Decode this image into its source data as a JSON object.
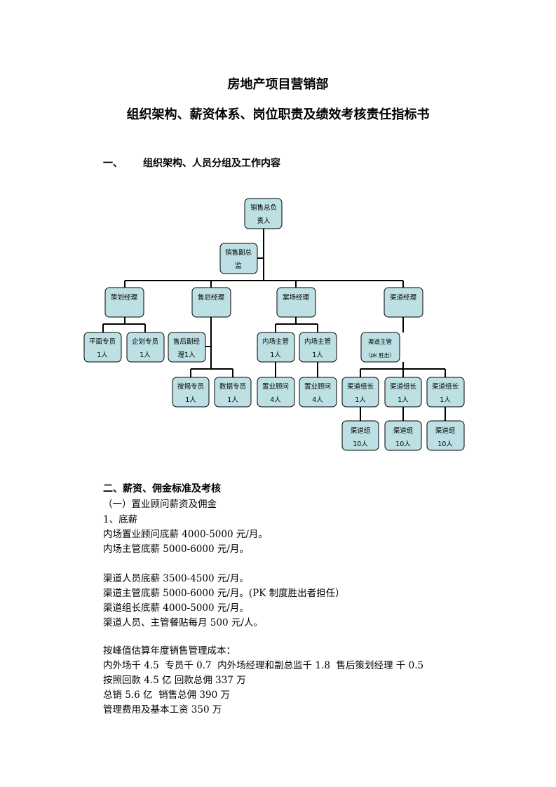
{
  "title1": "房地产项目营销部",
  "title2": "组织架构、薪资体系、岗位职责及绩效考核责任指标书",
  "section1": {
    "num": "一、",
    "text": "组织架构、人员分组及工作内容"
  },
  "org": {
    "head": [
      "销售总负",
      "责人"
    ],
    "deputy": [
      "销售副总",
      "监"
    ],
    "planning_mgr": "策划经理",
    "aftersales_mgr": "售后经理",
    "site_mgr": "案场经理",
    "channel_mgr": "渠道经理",
    "flat_designer": [
      "平面专员",
      "1人"
    ],
    "planner": [
      "企划专员",
      "1人"
    ],
    "aftersales_deputy": [
      "售后副经",
      "理1人"
    ],
    "mortgage_specialist": [
      "按揭专员",
      "1人"
    ],
    "data_specialist": [
      "数据专员",
      "1人"
    ],
    "inhouse_supervisor_a": [
      "内场主管",
      "1人"
    ],
    "inhouse_supervisor_b": [
      "内场主管",
      "1人"
    ],
    "consultant_a": [
      "置业顾问",
      "4人"
    ],
    "consultant_b": [
      "置业顾问",
      "4人"
    ],
    "channel_supervisor": [
      "渠道主管",
      "（pk 胜出）"
    ],
    "team_leader_a": [
      "渠道组长",
      "1人"
    ],
    "team_leader_b": [
      "渠道组长",
      "1人"
    ],
    "team_leader_c": [
      "渠道组长",
      "1人"
    ],
    "team_a": [
      "渠道组",
      "10人"
    ],
    "team_b": [
      "渠道组",
      "10人"
    ],
    "team_c": [
      "渠道组",
      "10人"
    ]
  },
  "section2": {
    "heading": "二、薪资、佣金标准及考核",
    "sub": "（一）置业顾问薪资及佣金",
    "item1": "1、底薪",
    "lines": [
      "内场置业顾问底薪 4000-5000 元/月。",
      "内场主管底薪 5000-6000 元/月。",
      "渠道人员底薪 3500-4500 元/月。",
      "渠道主管底薪 5000-6000 元/月。(PK 制度胜出者担任）",
      "渠道组长底薪 4000-5000 元/月。",
      "渠道人员、主管餐贴每月 500 元/人。",
      "按峰值估算年度销售管理成本：",
      "内外场千 4.5  专员千 0.7  内外场经理和副总监千 1.8  售后策划经理 千 0.5",
      "按照回款 4.5 亿 回款总佣 337 万",
      "总销 5.6 亿  销售总佣 390 万",
      "管理费用及基本工资 350 万"
    ]
  }
}
